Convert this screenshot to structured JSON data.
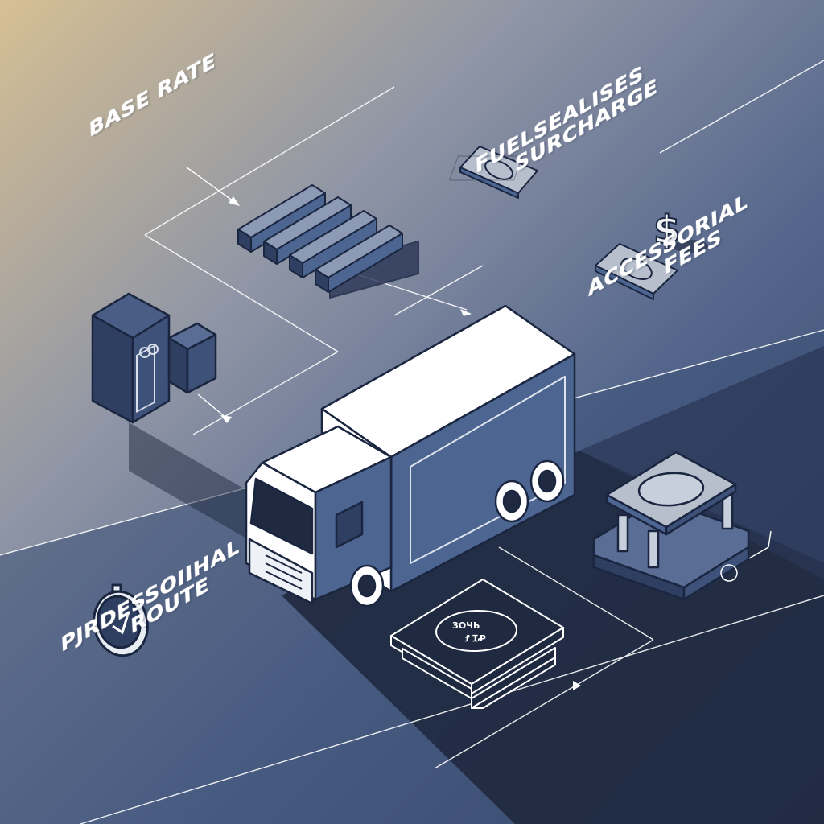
{
  "labels": {
    "base_rate": "BASE RATE",
    "fuel_line1": "FUELSEALISES",
    "fuel_line2": "SURCHARGE",
    "accessorial_line1": "ACCESSORIAL",
    "accessorial_line2": "FEES",
    "route_line1": "PJRDESSOIIHAL",
    "route_line2": "ROUTE"
  },
  "seal_text": {
    "line1": "ЗОЧЬ",
    "line2": "Ꝭ ꞮꝒ"
  },
  "colors": {
    "bg_top_left": "#d3bd94",
    "bg_mid": "#8a93a8",
    "bg_dark": "#3c4e72",
    "shadow": "#1f2a40",
    "outline": "#1a2540",
    "panel_blue": "#4d6591",
    "truck_white": "#ffffff"
  },
  "icons": [
    "stacked-bars-icon",
    "fuel-pump-icon",
    "dollar-sign-icon",
    "banknote-icon",
    "cash-register-icon",
    "stopwatch-icon",
    "stamp-pad-icon",
    "truck-icon"
  ]
}
